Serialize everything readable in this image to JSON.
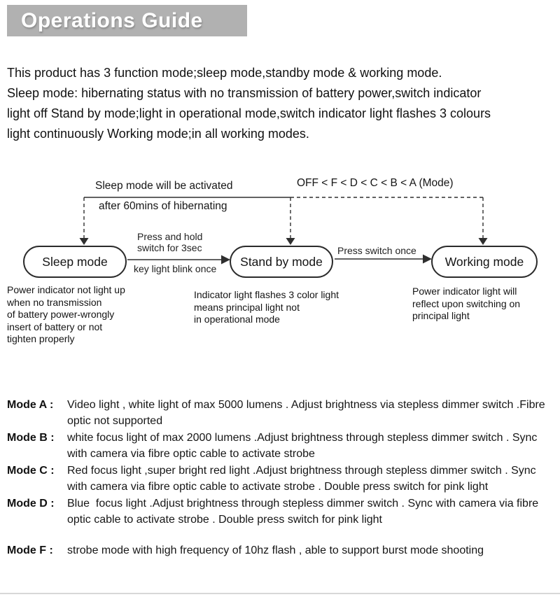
{
  "header": {
    "title": "Operations Guide"
  },
  "intro": "This product has 3 function mode;sleep mode,standby mode & working mode.\nSleep mode: hibernating status with no transmission of battery power,switch indicator\nlight off Stand by mode;light in operational mode,switch indicator light flashes 3 colours\nlight continuously Working mode;in all working modes.",
  "diagram": {
    "sleep_loop_line1": "Sleep mode will be activated",
    "sleep_loop_line2": "after 60mins of hibernating",
    "mode_order_label": "OFF < F < D < C < B < A (Mode)",
    "nodes": [
      {
        "label": "Sleep mode",
        "description": "Power indicator not light up\nwhen no transmission\nof battery power-wrongly\ninsert of battery or not\ntighten properly"
      },
      {
        "label": "Stand by mode",
        "description": "Indicator light flashes 3 color light\nmeans principal light not\nin operational mode"
      },
      {
        "label": "Working mode",
        "description": "Power indicator light will\nreflect upon switching on\nprincipal light"
      }
    ],
    "transition1": {
      "above": "Press and hold\nswitch for 3sec",
      "below": "key light blink once"
    },
    "transition2": {
      "label": "Press switch once"
    }
  },
  "modes": [
    {
      "label": "Mode A :",
      "text": "Video light , white light of max 5000 lumens . Adjust brightness via stepless dimmer switch .Fibre optic not supported"
    },
    {
      "label": "Mode B :",
      "text": "white focus light of max 2000 lumens .Adjust brightness through stepless dimmer switch . Sync with camera via fibre optic cable to activate strobe"
    },
    {
      "label": "Mode C :",
      "text": "Red focus light ,super bright red light .Adjust brightness through stepless dimmer switch . Sync with camera via fibre optic cable to activate strobe . Double press switch for pink light"
    },
    {
      "label": "Mode D :",
      "text": "Blue  focus light .Adjust brightness through stepless dimmer switch . Sync with camera via fibre optic cable to activate strobe . Double press switch for pink light"
    },
    {
      "label": "Mode F :",
      "text": "strobe mode with high frequency of 10hz flash , able to support burst mode shooting"
    }
  ],
  "colors": {
    "header_bg": "#b1b1b1",
    "header_text": "#ffffff",
    "line": "#2f2f2f",
    "text": "#1a1a1a"
  }
}
